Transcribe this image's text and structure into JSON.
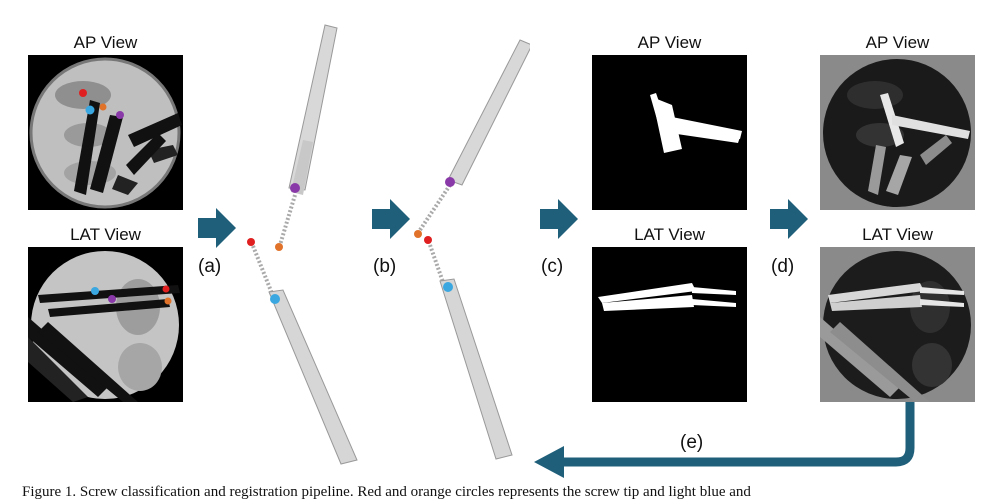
{
  "column1": {
    "ap_title": "AP View",
    "lat_title": "LAT View"
  },
  "column4": {
    "ap_title": "AP View",
    "lat_title": "LAT View"
  },
  "column5": {
    "ap_title": "AP View",
    "lat_title": "LAT View"
  },
  "steps": {
    "a": "(a)",
    "b": "(b)",
    "c": "(c)",
    "d": "(d)",
    "e": "(e)"
  },
  "caption": "Figure 1. Screw classification and registration pipeline. Red and orange circles represents the screw tip and light blue and",
  "colors": {
    "arrow": "#1f5f7a",
    "tip_red": "#e02020",
    "tip_orange": "#e0722a",
    "head_blue": "#3aa7e0",
    "head_purple": "#8a3aa8"
  }
}
